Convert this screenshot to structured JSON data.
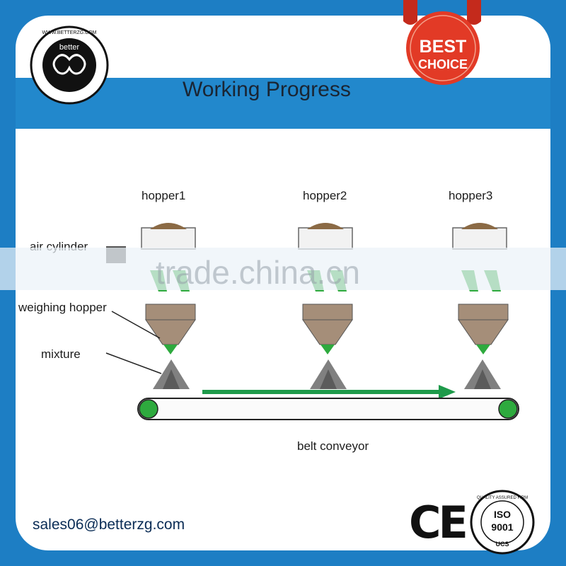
{
  "title": "Working Progress",
  "badge": {
    "line1": "BEST",
    "line2": "CHOICE"
  },
  "logo": {
    "brand": "better",
    "ring_text": "WWW.BETTERZG.COM"
  },
  "labels": {
    "hopper1": "hopper1",
    "hopper2": "hopper2",
    "hopper3": "hopper3",
    "air_cylinder": "air cylinder",
    "weighing_hopper": "weighing hopper",
    "mixture": "mixture",
    "belt_conveyor": "belt conveyor"
  },
  "watermark": "trade.china.cn",
  "contact": {
    "email": "sales06@betterzg.com"
  },
  "certifications": {
    "ce": "CE",
    "iso": "ISO",
    "iso_number": "9001",
    "ucs": "UCS",
    "iso_ring": "QUALITY ASSURED FIRM"
  },
  "colors": {
    "frame_blue": "#1d7ec4",
    "title_band": "#2288cc",
    "badge_red": "#e23a26",
    "hopper_tan": "#a58e79",
    "valve_green": "#2eaa3e",
    "arrow_green": "#1e9a4a"
  }
}
